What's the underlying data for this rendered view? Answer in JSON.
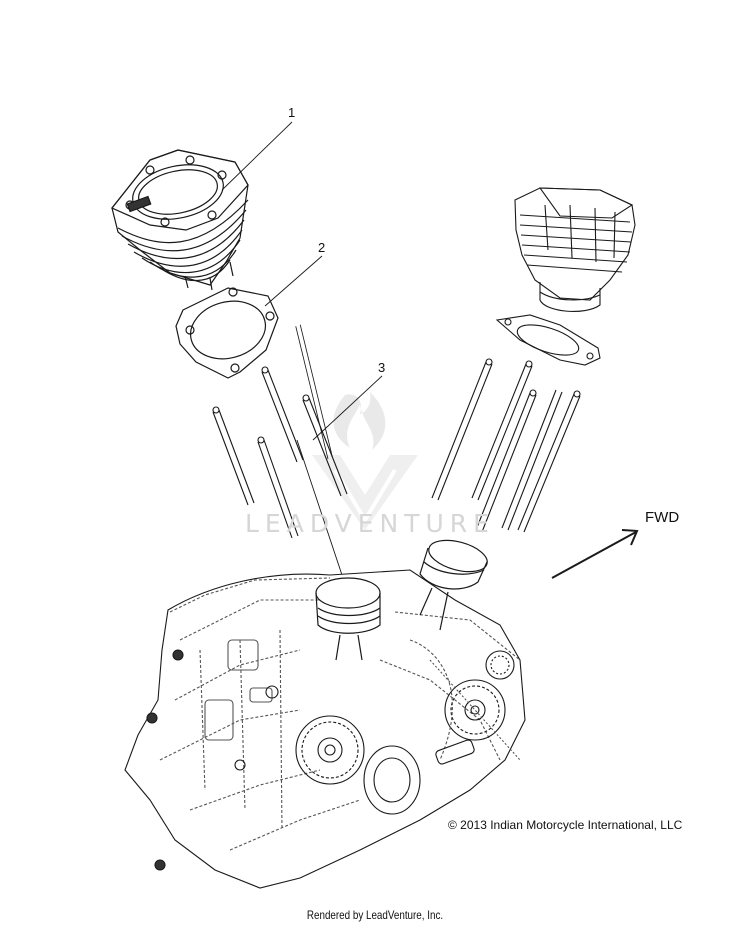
{
  "diagram": {
    "callouts": [
      {
        "number": "1",
        "part": "cylinder"
      },
      {
        "number": "2",
        "part": "cylinder-base-gasket"
      },
      {
        "number": "3",
        "part": "pushrod"
      }
    ],
    "direction_label": "FWD",
    "copyright": "© 2013 Indian Motorcycle International, LLC",
    "watermark_text": "LEADVENTURE",
    "footer": "Rendered by LeadVenture, Inc."
  },
  "colors": {
    "line": "#1a1a1a",
    "dashed": "#555555",
    "watermark": "#d6d6d6",
    "background": "#ffffff"
  }
}
